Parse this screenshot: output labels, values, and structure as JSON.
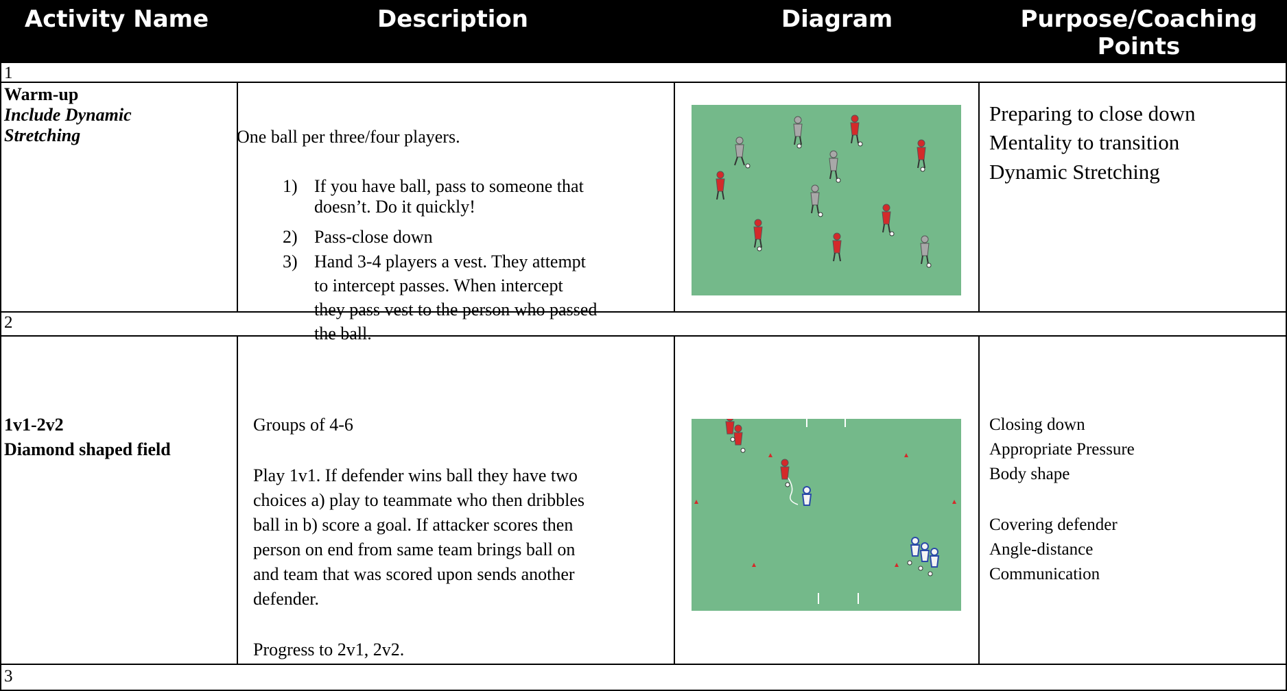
{
  "headers": [
    "Activity Name",
    "Description",
    "Diagram",
    "Purpose/Coaching Points"
  ],
  "rows": [
    {
      "number": "1",
      "activity": {
        "line1": "Warm-up",
        "line2": "Include Dynamic",
        "line3": "Stretching"
      },
      "description": {
        "intro": "One ball per three/four players.",
        "items": [
          {
            "marker": "1)",
            "lines": [
              "If you have ball, pass to someone that",
              "doesn’t. Do it quickly!"
            ]
          },
          {
            "marker": "2)",
            "lines": [
              "Pass-close down"
            ]
          },
          {
            "marker": "3)",
            "lines": [
              "Hand 3-4 players a vest.  They attempt",
              "to intercept passes.   When intercept",
              "they pass vest to the person who passed",
              "the ball."
            ]
          }
        ]
      },
      "purpose": [
        "Preparing to close down",
        "Mentality to transition",
        "Dynamic Stretching"
      ]
    },
    {
      "number": "2",
      "activity": {
        "line1": "1v1-2v2",
        "line2": "Diamond shaped field"
      },
      "description": {
        "line1": "Groups of 4-6",
        "para": [
          "Play 1v1. If defender wins ball they have two",
          "choices a) play to teammate who then dribbles",
          "ball in b) score a goal.  If attacker scores then",
          "person on end from same team brings ball on",
          "and team that was scored upon sends another",
          "defender."
        ],
        "progress": "Progress to 2v1, 2v2."
      },
      "purpose": [
        "Closing down",
        "Appropriate Pressure",
        "Body shape",
        "",
        "Covering defender",
        "Angle-distance",
        "Communication"
      ]
    },
    {
      "number": "3"
    }
  ],
  "colors": {
    "header_bg": "#000000",
    "header_text": "#ffffff",
    "field_green": "#74b98a",
    "red_player": "#d42a2a",
    "grey_player": "#a8a8a8",
    "blue_player": "#2a4aa8",
    "cone": "#d42a2a"
  }
}
